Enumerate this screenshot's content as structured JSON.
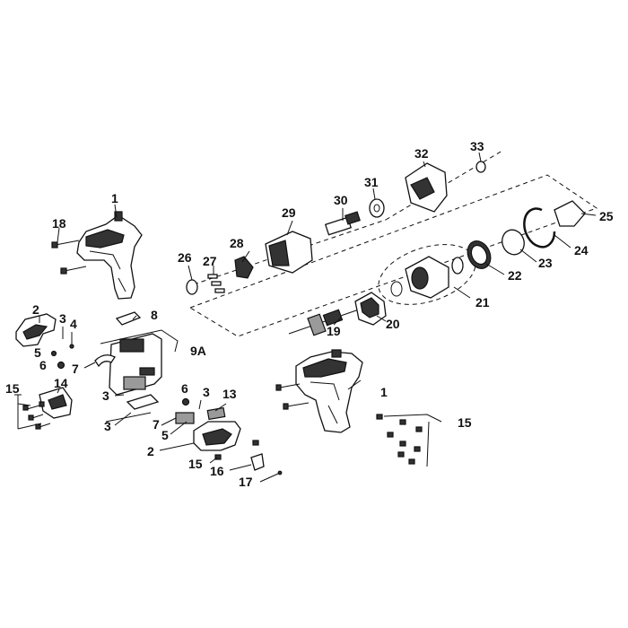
{
  "callouts": {
    "c1a": "1",
    "c1b": "1",
    "c2a": "2",
    "c2b": "2",
    "c3a": "3",
    "c3b": "3",
    "c3c": "3",
    "c3d": "3",
    "c4": "4",
    "c5a": "5",
    "c5b": "5",
    "c6a": "6",
    "c6b": "6",
    "c7a": "7",
    "c7b": "7",
    "c8": "8",
    "c9a": "9A",
    "c13": "13",
    "c14": "14",
    "c15a": "15",
    "c15b": "15",
    "c15c": "15",
    "c16": "16",
    "c17": "17",
    "c18": "18",
    "c19": "19",
    "c20": "20",
    "c21": "21",
    "c22": "22",
    "c23": "23",
    "c24": "24",
    "c25": "25",
    "c26": "26",
    "c27": "27",
    "c28": "28",
    "c29": "29",
    "c30": "30",
    "c31": "31",
    "c32": "32",
    "c33": "33"
  }
}
